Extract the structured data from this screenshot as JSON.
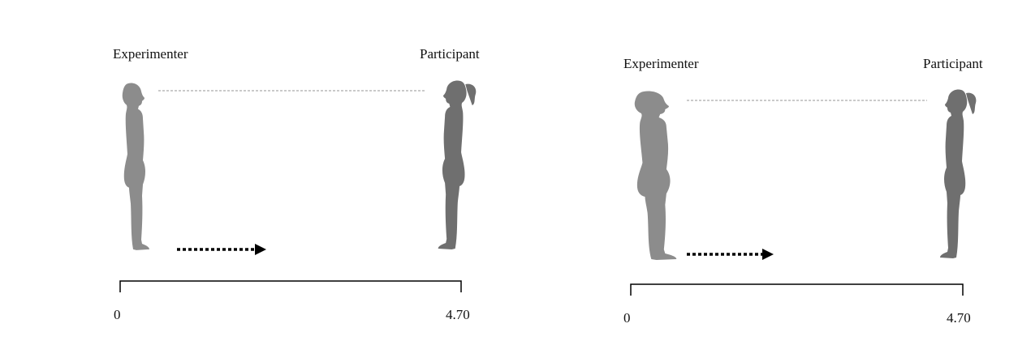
{
  "colors": {
    "experimenter_silhouette": "#8c8c8c",
    "participant_silhouette": "#6f6f6f",
    "sightline": "#aaaaaa",
    "arrow": "#000000",
    "scale_line": "#000000",
    "text": "#111111"
  },
  "panels": [
    {
      "experimenter_label": "Experimenter",
      "participant_label": "Participant",
      "scale_start_label": "0",
      "scale_end_label": "4.70",
      "direction_arrow_icon": "dotted-right-arrow-icon"
    },
    {
      "experimenter_label": "Experimenter",
      "participant_label": "Participant",
      "scale_start_label": "0",
      "scale_end_label": "4.70",
      "direction_arrow_icon": "dotted-right-arrow-icon"
    }
  ]
}
